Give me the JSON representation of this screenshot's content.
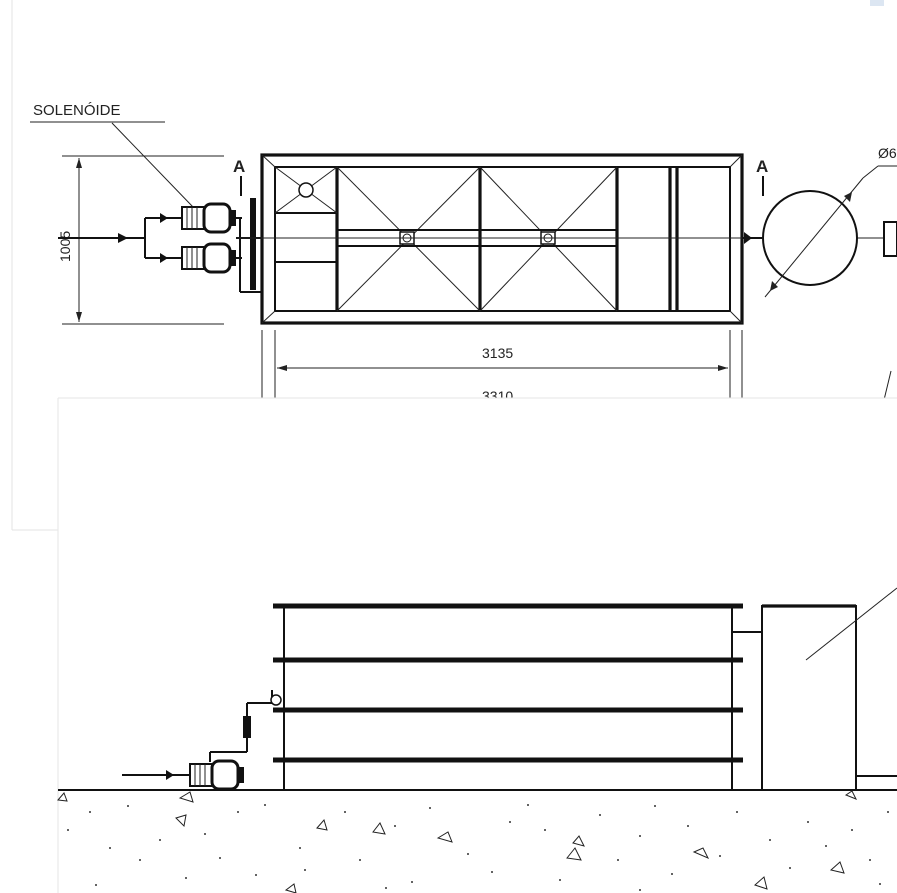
{
  "top_view": {
    "solenoid_label": "SOLENÓIDE",
    "height_dimension": "1005",
    "inner_length_dimension": "3135",
    "outer_length_dimension": "3310",
    "section_left_label": "A",
    "section_right_label": "A",
    "diameter_label": "Ø6"
  },
  "colors": {
    "line": "#111111",
    "panel_border": "#e6e6e6",
    "background": "#ffffff"
  },
  "icons": [
    "pump-motor-icon",
    "valve-icon",
    "gravel-hatch-icon"
  ]
}
